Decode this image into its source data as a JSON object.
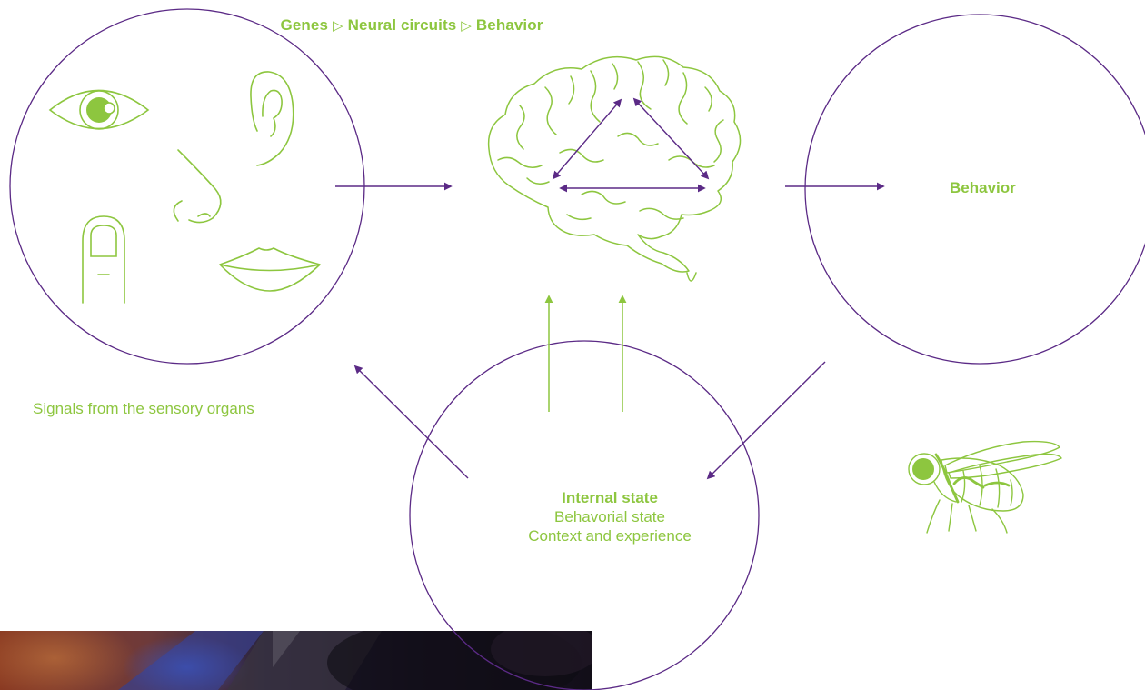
{
  "header": {
    "items": [
      "Genes",
      "Neural circuits",
      "Behavior"
    ],
    "separator": "▷"
  },
  "sensory": {
    "label": "Signals from the sensory organs"
  },
  "behavior": {
    "label": "Behavior"
  },
  "internal": {
    "title": "Internal state",
    "lines": [
      "Behavorial state",
      "Context and experience"
    ]
  },
  "colors": {
    "accent_green": "#8dc63f",
    "stroke_purple": "#5b2a86"
  },
  "icons": [
    "eye-icon",
    "ear-icon",
    "nose-icon",
    "finger-icon",
    "lips-icon",
    "brain-icon",
    "fly-icon"
  ]
}
